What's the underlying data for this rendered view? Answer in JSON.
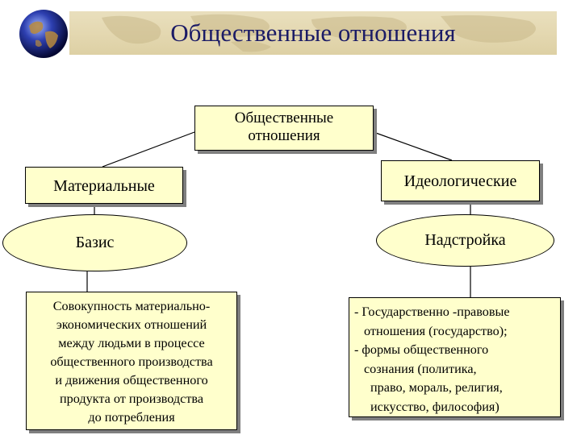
{
  "header": {
    "title": "Общественные отношения",
    "globe_icon": "globe-icon"
  },
  "diagram": {
    "root": {
      "lines": [
        "Общественные",
        "отношения"
      ]
    },
    "material": {
      "label": "Материальные"
    },
    "ideological": {
      "label": "Идеологические"
    },
    "basis": {
      "label": "Базис"
    },
    "superstructure": {
      "label": "Надстройка"
    },
    "basis_description": {
      "lines": [
        "Совокупность материально-",
        "экономических отношений",
        "между людьми в процессе",
        "общественного производства",
        "и движения общественного",
        "продукта от производства",
        "до потребления"
      ]
    },
    "superstructure_description": {
      "lines": [
        "- Государственно -правовые",
        "отношения (государство);",
        "- формы общественного",
        "сознания (политика,",
        "право, мораль, религия,",
        "искусство, философия)"
      ]
    }
  },
  "colors": {
    "box_fill": "#ffffcc",
    "title_color": "#1b1b66",
    "banner": "#e4d8b1"
  }
}
